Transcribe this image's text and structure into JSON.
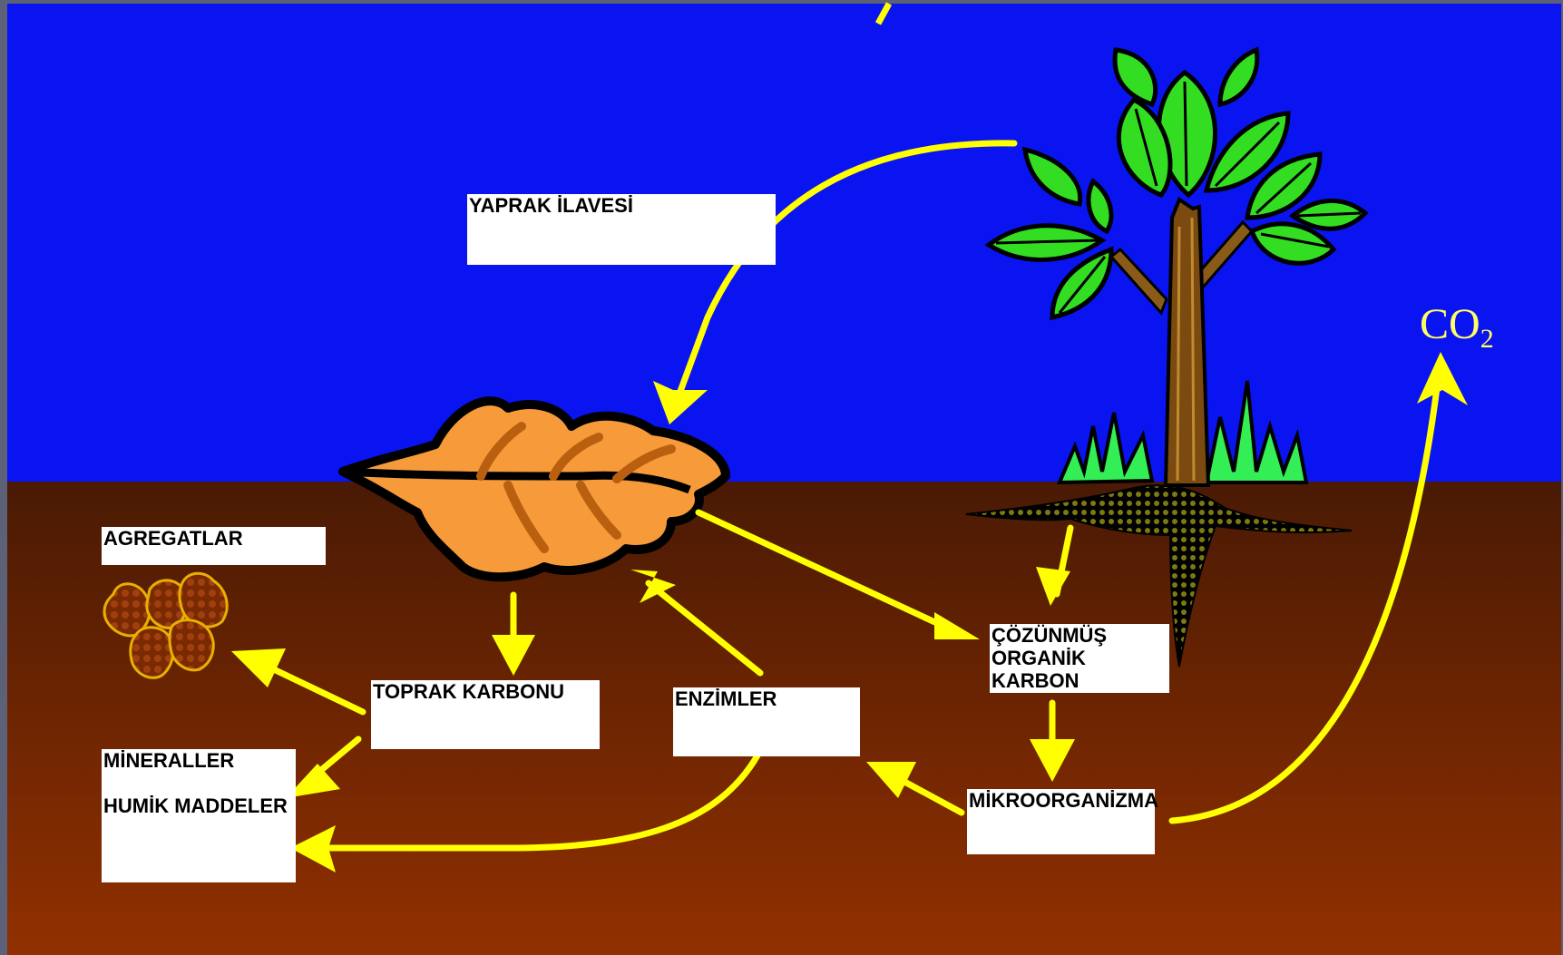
{
  "labels": {
    "yaprak": "YAPRAK İLAVESİ",
    "agregatlar": "AGREGATLAR",
    "toprak": "TOPRAK KARBONU",
    "enzimler": "ENZİMLER",
    "cozunmus_1": "ÇÖZÜNMÜŞ",
    "cozunmus_2": "ORGANİK KARBON",
    "mineraller": "MİNERALLER",
    "humik": "HUMİK MADDELER",
    "mikro": "MİKROORGANİZMA"
  },
  "co2": {
    "main": "CO",
    "sub": "2"
  },
  "colors": {
    "sky": "#0a14f0",
    "soil_top": "#4a1a04",
    "soil_bottom": "#913000",
    "arrow": "#ffff00",
    "leaf_orange": "#f79a3a",
    "tree_green": "#33dd22",
    "trunk": "#7a4a10"
  },
  "icons": [
    "fallen-leaf-icon",
    "tree-icon",
    "aggregate-clumps-icon"
  ]
}
